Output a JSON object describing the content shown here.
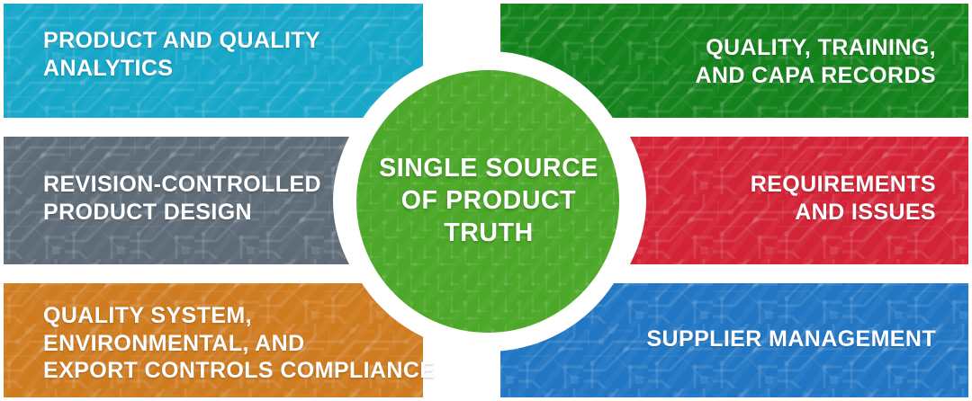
{
  "diagram": {
    "title": "Single Source of Product Truth hub-and-spoke diagram",
    "hub": {
      "label": "SINGLE SOURCE\nOF PRODUCT\nTRUTH",
      "color": "#4CA828",
      "ring_color": "#ffffff"
    },
    "panels": [
      {
        "id": "product-and-quality-analytics",
        "label": "PRODUCT AND QUALITY\nANALYTICS",
        "color": "#17A7C9",
        "position": "top-left",
        "align": "left"
      },
      {
        "id": "quality-training-and-capa-records",
        "label": "QUALITY, TRAINING,\nAND CAPA RECORDS",
        "color": "#14821C",
        "position": "top-right",
        "align": "right"
      },
      {
        "id": "revision-controlled-product-design",
        "label": "REVISION-CONTROLLED\nPRODUCT DESIGN",
        "color": "#5E6C78",
        "position": "middle-left",
        "align": "left"
      },
      {
        "id": "requirements-and-issues",
        "label": "REQUIREMENTS\nAND ISSUES",
        "color": "#D32437",
        "position": "middle-right",
        "align": "right"
      },
      {
        "id": "quality-system-environmental-and-export-controls-compliance",
        "label": "QUALITY SYSTEM,\nENVIRONMENTAL, AND\nEXPORT CONTROLS COMPLIANCE",
        "color": "#CF7C21",
        "position": "bottom-left",
        "align": "left"
      },
      {
        "id": "supplier-management",
        "label": "SUPPLIER MANAGEMENT",
        "color": "#2277C4",
        "position": "bottom-right",
        "align": "right"
      }
    ]
  }
}
